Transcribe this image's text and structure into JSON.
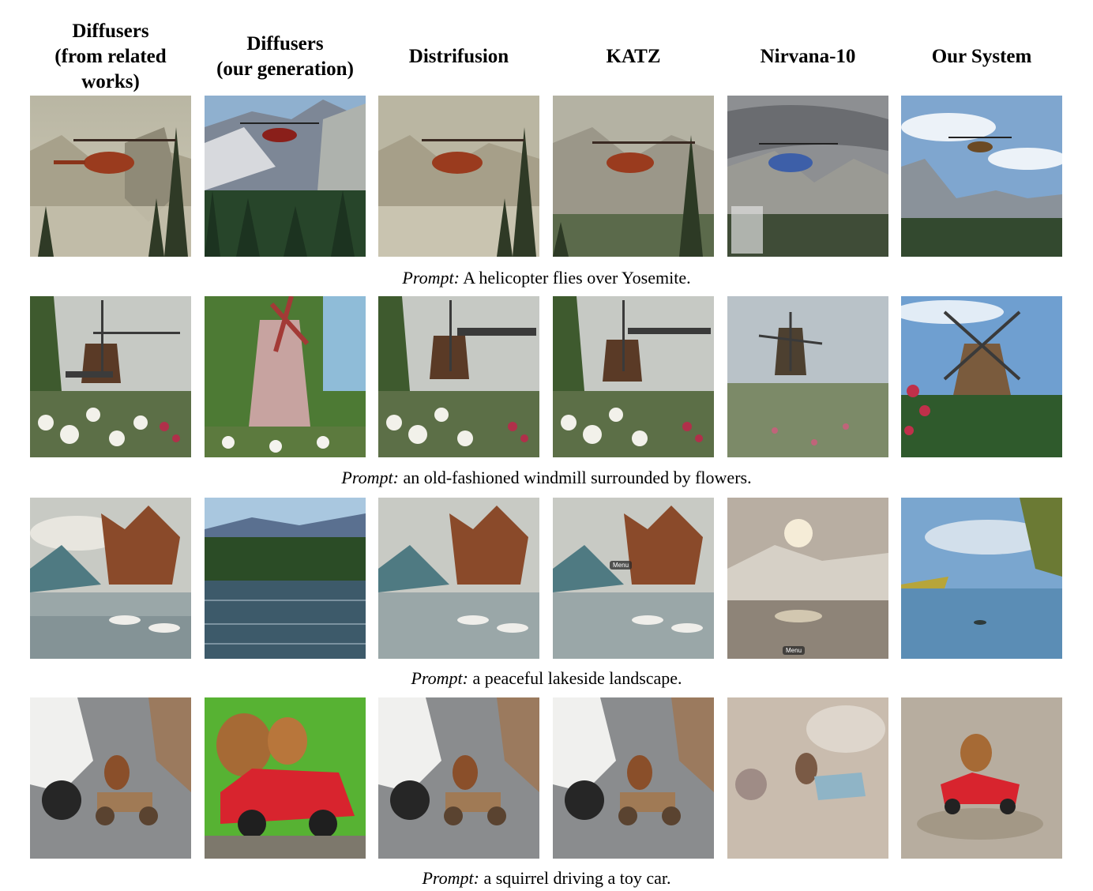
{
  "columns": [
    "Diffusers\n(from related\nworks)",
    "Diffusers\n(our generation)",
    "Distrifusion",
    "KATZ",
    "Nirvana-10",
    "Our System"
  ],
  "prompt_label": "Prompt:",
  "rows": [
    {
      "prompt": "A helicopter flies over Yosemite."
    },
    {
      "prompt": "an old-fashioned windmill surrounded by flowers."
    },
    {
      "prompt": "a peaceful lakeside landscape."
    },
    {
      "prompt": "a squirrel driving a toy car."
    }
  ],
  "overlays": {
    "menu": "Menu"
  }
}
